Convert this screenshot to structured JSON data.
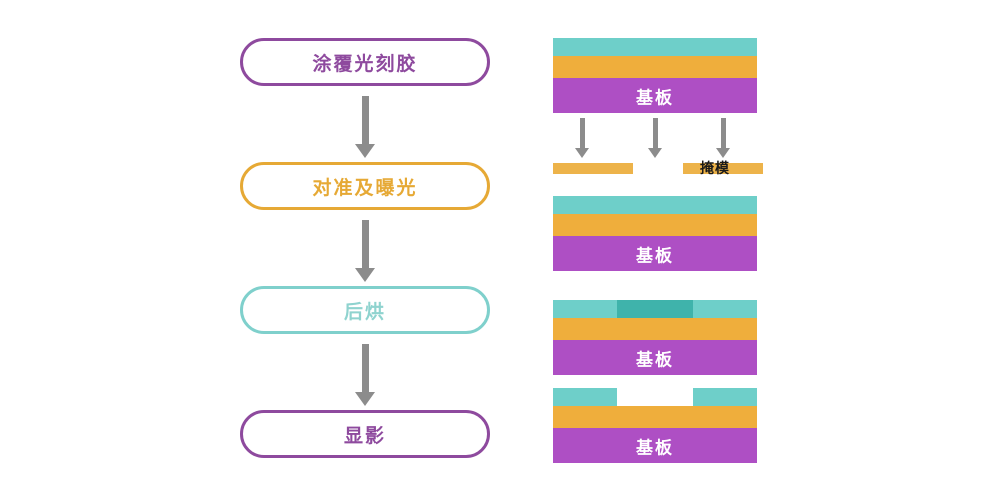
{
  "diagram": {
    "title_text": "",
    "colors": {
      "photoresist_teal": "#6ecfc9",
      "photoresist_exposed_teal": "#3fb3ab",
      "oxide_orange": "#efae3c",
      "substrate_purple": "#ae4fc4",
      "mask_orange": "#edb34a",
      "arrow_gray": "#8c8c8c",
      "box_purple": "#8e4a9e",
      "box_orange": "#e6a935",
      "box_teal": "#7fd0cc",
      "label_white": "#ffffff"
    },
    "flow": {
      "steps": [
        {
          "label": "涂覆光刻胶",
          "color": "#8e4a9e",
          "name": "coat-photoresist"
        },
        {
          "label": "对准及曝光",
          "color": "#e6a935",
          "name": "align-expose"
        },
        {
          "label": "后烘",
          "color": "#7fd0cc",
          "name": "post-bake"
        },
        {
          "label": "显影",
          "color": "#8e4a9e",
          "name": "develop"
        }
      ],
      "arrow_count": 3
    },
    "stacks": [
      {
        "name": "stack-coated",
        "substrate_label": "基板",
        "layers": [
          {
            "name": "photoresist-layer",
            "color": "#6ecfc9"
          },
          {
            "name": "oxide-layer",
            "color": "#efae3c"
          },
          {
            "name": "substrate-layer",
            "color": "#ae4fc4"
          }
        ]
      },
      {
        "name": "stack-exposed",
        "substrate_label": "基板",
        "layers": [
          {
            "name": "photoresist-layer",
            "color": "#6ecfc9"
          },
          {
            "name": "oxide-layer",
            "color": "#efae3c"
          },
          {
            "name": "substrate-layer",
            "color": "#ae4fc4"
          }
        ]
      },
      {
        "name": "stack-postbaked",
        "substrate_label": "基板",
        "layers": [
          {
            "name": "photoresist-layer",
            "color": "#6ecfc9"
          },
          {
            "name": "photoresist-exposed-region",
            "color": "#3fb3ab"
          },
          {
            "name": "oxide-layer",
            "color": "#efae3c"
          },
          {
            "name": "substrate-layer",
            "color": "#ae4fc4"
          }
        ]
      },
      {
        "name": "stack-developed",
        "substrate_label": "基板",
        "layers": [
          {
            "name": "photoresist-left-remainder",
            "color": "#6ecfc9"
          },
          {
            "name": "photoresist-right-remainder",
            "color": "#6ecfc9"
          },
          {
            "name": "oxide-layer",
            "color": "#efae3c"
          },
          {
            "name": "substrate-layer",
            "color": "#ae4fc4"
          }
        ]
      }
    ],
    "exposure": {
      "arrow_count": 3,
      "mask_label": "掩模",
      "mask_bars": 2
    }
  }
}
